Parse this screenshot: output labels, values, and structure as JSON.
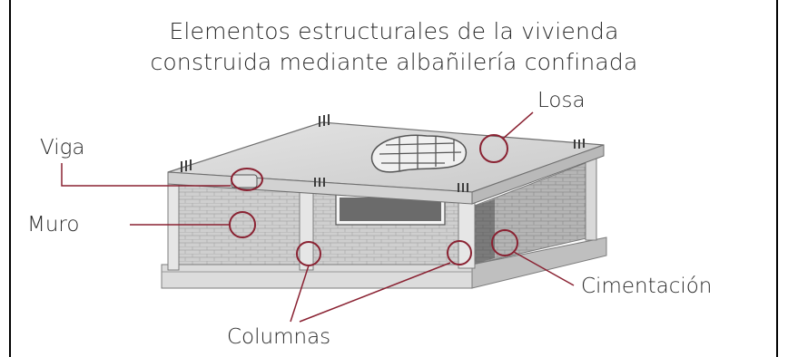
{
  "title": {
    "line1": "Elementos estructurales de la vivienda",
    "line2": "construida mediante albañilería confinada"
  },
  "labels": {
    "losa": "Losa",
    "viga": "Viga",
    "muro": "Muro",
    "columnas": "Columnas",
    "cimentacion": "Cimentación"
  },
  "colors": {
    "callout": "#8a2232",
    "text": "#2b2b2b"
  }
}
